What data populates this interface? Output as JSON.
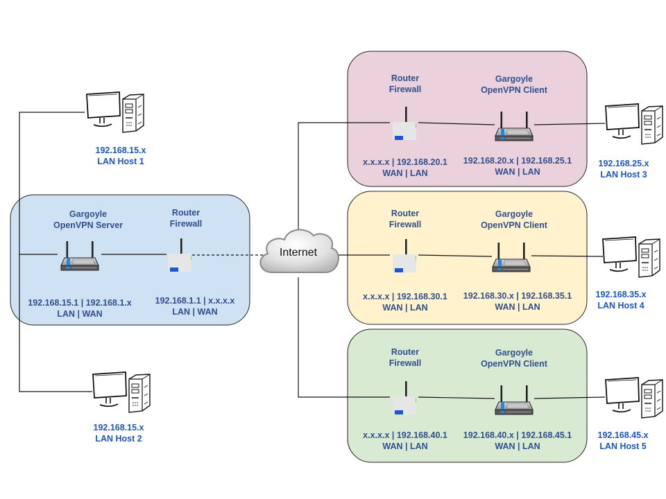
{
  "diagram": {
    "title": "Gargoyle OpenVPN network topology",
    "colors": {
      "server_zone": "#cfe2f3",
      "client1_zone": "#ead1dc",
      "client2_zone": "#fff2cc",
      "client3_zone": "#d9ead3",
      "device_label": "#2f4f8f",
      "host_label": "#1a56c4"
    },
    "internet": {
      "label": "Internet"
    },
    "server_zone": {
      "vpn_server": {
        "name_line1": "Gargoyle",
        "name_line2": "OpenVPN Server",
        "ip_line": "192.168.15.1 | 192.168.1.x",
        "role_line": "LAN | WAN"
      },
      "router": {
        "name_line1": "Router",
        "name_line2": "Firewall",
        "ip_line": "192.168.1.1 | x.x.x.x",
        "role_line": "LAN | WAN"
      }
    },
    "hosts_left": [
      {
        "ip": "192.168.15.x",
        "name": "LAN Host 1"
      },
      {
        "ip": "192.168.15.x",
        "name": "LAN Host 2"
      }
    ],
    "client_zones": [
      {
        "router": {
          "name_line1": "Router",
          "name_line2": "Firewall",
          "ip_line": "x.x.x.x | 192.168.20.1",
          "role_line": "WAN | LAN"
        },
        "vpn_client": {
          "name_line1": "Gargoyle",
          "name_line2": "OpenVPN Client",
          "ip_line": "192.168.20.x | 192.168.25.1",
          "role_line": "WAN | LAN"
        },
        "host": {
          "ip": "192.168.25.x",
          "name": "LAN Host 3"
        }
      },
      {
        "router": {
          "name_line1": "Router",
          "name_line2": "Firewall",
          "ip_line": "x.x.x.x | 192.168.30.1",
          "role_line": "WAN | LAN"
        },
        "vpn_client": {
          "name_line1": "Gargoyle",
          "name_line2": "OpenVPN Client",
          "ip_line": "192.168.30.x | 192.168.35.1",
          "role_line": "WAN | LAN"
        },
        "host": {
          "ip": "192.168.35.x",
          "name": "LAN Host 4"
        }
      },
      {
        "router": {
          "name_line1": "Router",
          "name_line2": "Firewall",
          "ip_line": "x.x.x.x | 192.168.40.1",
          "role_line": "WAN | LAN"
        },
        "vpn_client": {
          "name_line1": "Gargoyle",
          "name_line2": "OpenVPN Client",
          "ip_line": "192.168.40.x | 192.168.45.1",
          "role_line": "WAN | LAN"
        },
        "host": {
          "ip": "192.168.45.x",
          "name": "LAN Host 5"
        }
      }
    ]
  }
}
